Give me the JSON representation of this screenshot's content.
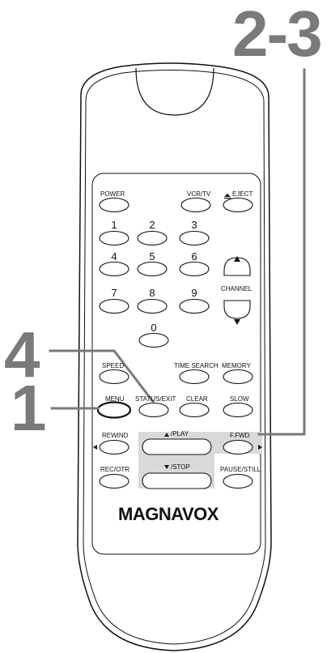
{
  "callouts": {
    "top_right": "2-3",
    "left_upper": "4",
    "left_lower": "1"
  },
  "brand": "MAGNAVOX",
  "buttons": {
    "power": "POWER",
    "vcr_tv": "VCR/TV",
    "eject": "EJECT",
    "num1": "1",
    "num2": "2",
    "num3": "3",
    "num4": "4",
    "num5": "5",
    "num6": "6",
    "num7": "7",
    "num8": "8",
    "num9": "9",
    "num0": "0",
    "channel": "CHANNEL",
    "speed": "SPEED",
    "time_search": "TIME SEARCH",
    "memory": "MEMORY",
    "menu": "MENU",
    "status_exit": "STATUS/EXIT",
    "clear": "CLEAR",
    "slow": "SLOW",
    "rewind": "REWIND",
    "play": "/PLAY",
    "ffwd": "F.FWD",
    "rec_otr": "REC/OTR",
    "stop": "/STOP",
    "pause_still": "PAUSE/STILL"
  },
  "colors": {
    "callout": "#7a7a7a",
    "highlight": "#d9d9d9",
    "outline": "#111111"
  }
}
